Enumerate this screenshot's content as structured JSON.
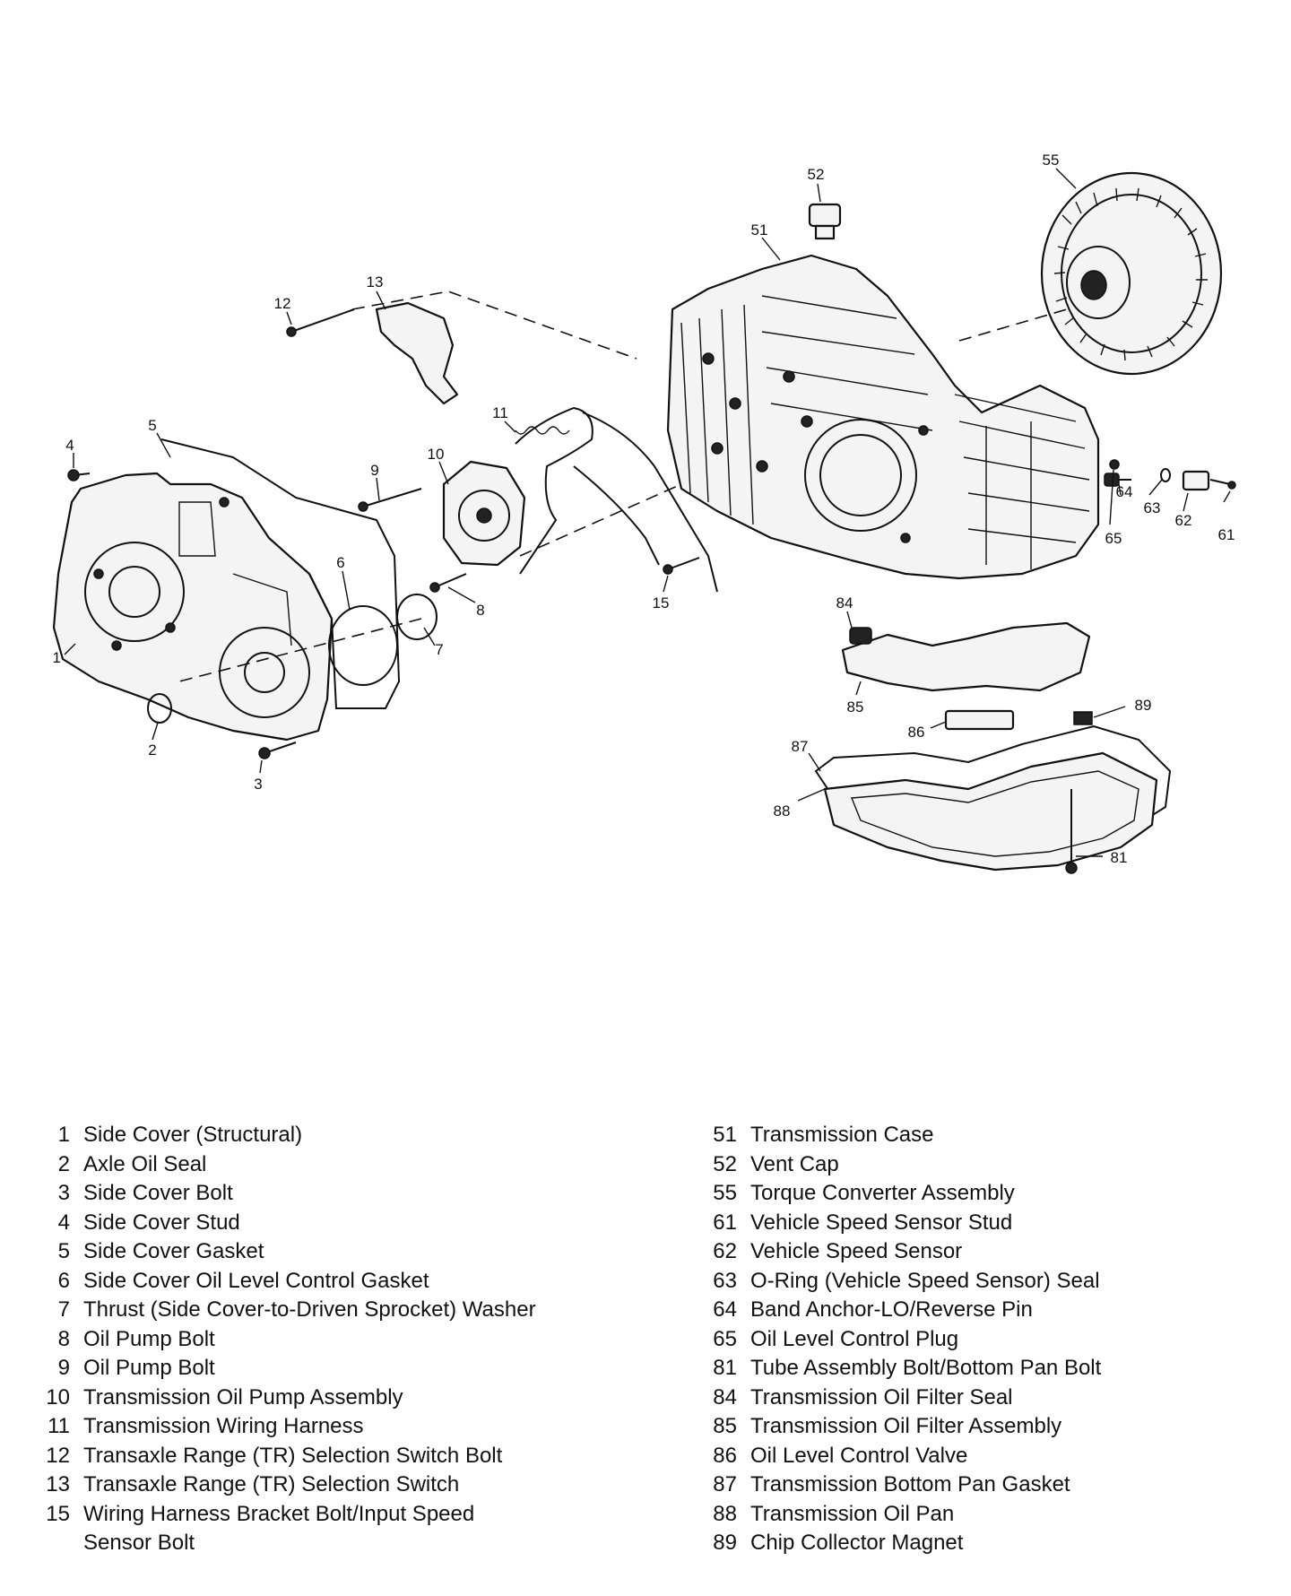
{
  "callouts": [
    {
      "id": "c1",
      "label": "1"
    },
    {
      "id": "c2",
      "label": "2"
    },
    {
      "id": "c3",
      "label": "3"
    },
    {
      "id": "c4",
      "label": "4"
    },
    {
      "id": "c5",
      "label": "5"
    },
    {
      "id": "c6",
      "label": "6"
    },
    {
      "id": "c7",
      "label": "7"
    },
    {
      "id": "c8",
      "label": "8"
    },
    {
      "id": "c9",
      "label": "9"
    },
    {
      "id": "c10",
      "label": "10"
    },
    {
      "id": "c11",
      "label": "11"
    },
    {
      "id": "c12",
      "label": "12"
    },
    {
      "id": "c13",
      "label": "13"
    },
    {
      "id": "c15",
      "label": "15"
    },
    {
      "id": "c51",
      "label": "51"
    },
    {
      "id": "c52",
      "label": "52"
    },
    {
      "id": "c55",
      "label": "55"
    },
    {
      "id": "c61",
      "label": "61"
    },
    {
      "id": "c62",
      "label": "62"
    },
    {
      "id": "c63",
      "label": "63"
    },
    {
      "id": "c64",
      "label": "64"
    },
    {
      "id": "c65",
      "label": "65"
    },
    {
      "id": "c81",
      "label": "81"
    },
    {
      "id": "c84",
      "label": "84"
    },
    {
      "id": "c85",
      "label": "85"
    },
    {
      "id": "c86",
      "label": "86"
    },
    {
      "id": "c87",
      "label": "87"
    },
    {
      "id": "c88",
      "label": "88"
    },
    {
      "id": "c89",
      "label": "89"
    }
  ],
  "legend": {
    "left": [
      {
        "num": "1",
        "text": "Side Cover (Structural)"
      },
      {
        "num": "2",
        "text": "Axle Oil Seal"
      },
      {
        "num": "3",
        "text": "Side Cover Bolt"
      },
      {
        "num": "4",
        "text": "Side Cover Stud"
      },
      {
        "num": "5",
        "text": "Side Cover Gasket"
      },
      {
        "num": "6",
        "text": "Side Cover Oil Level Control Gasket"
      },
      {
        "num": "7",
        "text": "Thrust (Side Cover-to-Driven Sprocket) Washer"
      },
      {
        "num": "8",
        "text": "Oil Pump Bolt"
      },
      {
        "num": "9",
        "text": "Oil Pump Bolt"
      },
      {
        "num": "10",
        "text": "Transmission Oil Pump Assembly"
      },
      {
        "num": "11",
        "text": "Transmission Wiring Harness"
      },
      {
        "num": "12",
        "text": "Transaxle Range (TR) Selection Switch Bolt"
      },
      {
        "num": "13",
        "text": "Transaxle Range (TR) Selection Switch"
      },
      {
        "num": "15",
        "text": "Wiring Harness Bracket Bolt/Input Speed\n     Sensor Bolt"
      }
    ],
    "right": [
      {
        "num": "51",
        "text": "Transmission Case"
      },
      {
        "num": "52",
        "text": "Vent Cap"
      },
      {
        "num": "55",
        "text": "Torque Converter Assembly"
      },
      {
        "num": "61",
        "text": "Vehicle Speed Sensor Stud"
      },
      {
        "num": "62",
        "text": "Vehicle Speed Sensor"
      },
      {
        "num": "63",
        "text": "O-Ring (Vehicle Speed Sensor) Seal"
      },
      {
        "num": "64",
        "text": "Band Anchor-LO/Reverse Pin"
      },
      {
        "num": "65",
        "text": "Oil Level Control Plug"
      },
      {
        "num": "81",
        "text": "Tube Assembly Bolt/Bottom Pan Bolt"
      },
      {
        "num": "84",
        "text": "Transmission Oil Filter Seal"
      },
      {
        "num": "85",
        "text": "Transmission Oil Filter Assembly"
      },
      {
        "num": "86",
        "text": "Oil Level Control Valve"
      },
      {
        "num": "87",
        "text": "Transmission Bottom Pan Gasket"
      },
      {
        "num": "88",
        "text": "Transmission Oil Pan"
      },
      {
        "num": "89",
        "text": "Chip Collector Magnet"
      }
    ]
  }
}
